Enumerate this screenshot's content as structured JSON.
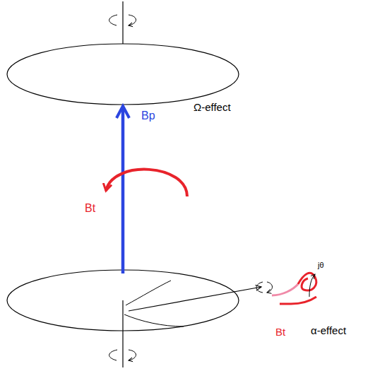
{
  "diagram": {
    "labels": [
      "Bp",
      "Ω-effect",
      "Bt",
      "Bt",
      "jθ",
      "α-effect"
    ]
  }
}
